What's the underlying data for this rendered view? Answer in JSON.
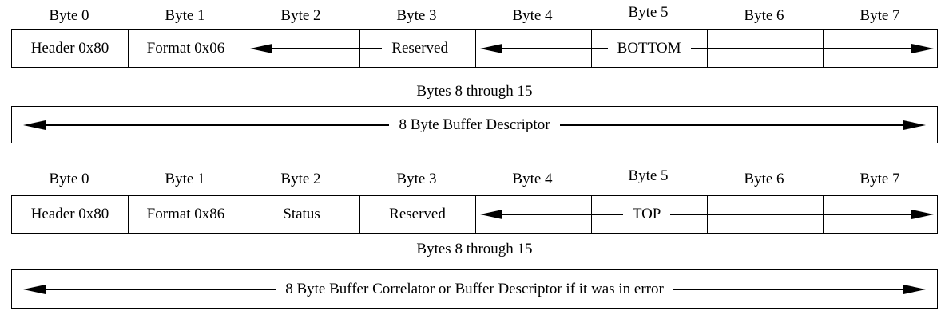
{
  "table1": {
    "byte_headers": [
      "Byte 0",
      "Byte 1",
      "Byte 2",
      "Byte 3",
      "Byte 4",
      "Byte 5",
      "Byte 6",
      "Byte 7"
    ],
    "row": {
      "byte0": "Header 0x80",
      "byte1": "Format 0x06",
      "reserved_span": "Reserved",
      "bottom_span": "BOTTOM"
    },
    "section_title": "Bytes 8 through 15",
    "buffer_label": "8 Byte Buffer Descriptor"
  },
  "table2": {
    "byte_headers": [
      "Byte 0",
      "Byte 1",
      "Byte 2",
      "Byte 3",
      "Byte 4",
      "Byte 5",
      "Byte 6",
      "Byte 7"
    ],
    "row": {
      "byte0": "Header 0x80",
      "byte1": "Format 0x86",
      "byte2": "Status",
      "byte3": "Reserved",
      "top_span": "TOP"
    },
    "section_title": "Bytes 8 through 15",
    "buffer_label": "8 Byte Buffer Correlator or Buffer Descriptor if it was in error"
  },
  "colors": {
    "line": "#000000",
    "background": "#ffffff"
  }
}
